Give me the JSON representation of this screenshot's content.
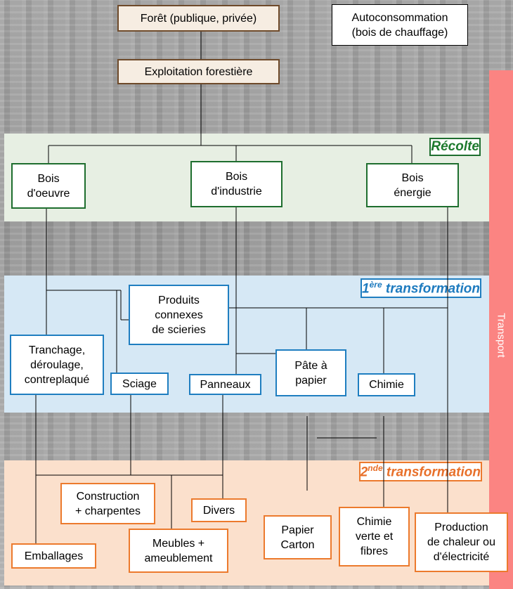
{
  "sections": {
    "recolte": "Récolte",
    "premiere_prefix": "1",
    "premiere_sup": "ère",
    "premiere_suffix": " transformation",
    "seconde_prefix": "2",
    "seconde_sup": "nde",
    "seconde_suffix": " transformation",
    "transport": "Transport"
  },
  "nodes": {
    "foret": "Forêt (publique, privée)",
    "autoconsommation": "Autoconsommation\n(bois de chauffage)",
    "exploitation": "Exploitation forestière",
    "bois_oeuvre": "Bois\nd'oeuvre",
    "bois_industrie": "Bois\nd'industrie",
    "bois_energie": "Bois\nénergie",
    "produits_connexes": "Produits\nconnexes\nde scieries",
    "tranchage": "Tranchage,\ndéroulage,\ncontreplaqué",
    "sciage": "Sciage",
    "panneaux": "Panneaux",
    "pate_papier": "Pâte à\npapier",
    "chimie": "Chimie",
    "construction": "Construction\n+ charpentes",
    "divers": "Divers",
    "meubles": "Meubles +\nameublement",
    "emballages": "Emballages",
    "papier_carton": "Papier\nCarton",
    "chimie_verte": "Chimie\nverte et\nfibres",
    "production_chaleur": "Production\nde chaleur ou\nd'électricité"
  },
  "colors": {
    "recolte": "#1e7a2e",
    "premiere": "#1e7bbf",
    "seconde": "#e8702a",
    "transport": "#fb8482",
    "brown_border": "#6e4a2a"
  }
}
